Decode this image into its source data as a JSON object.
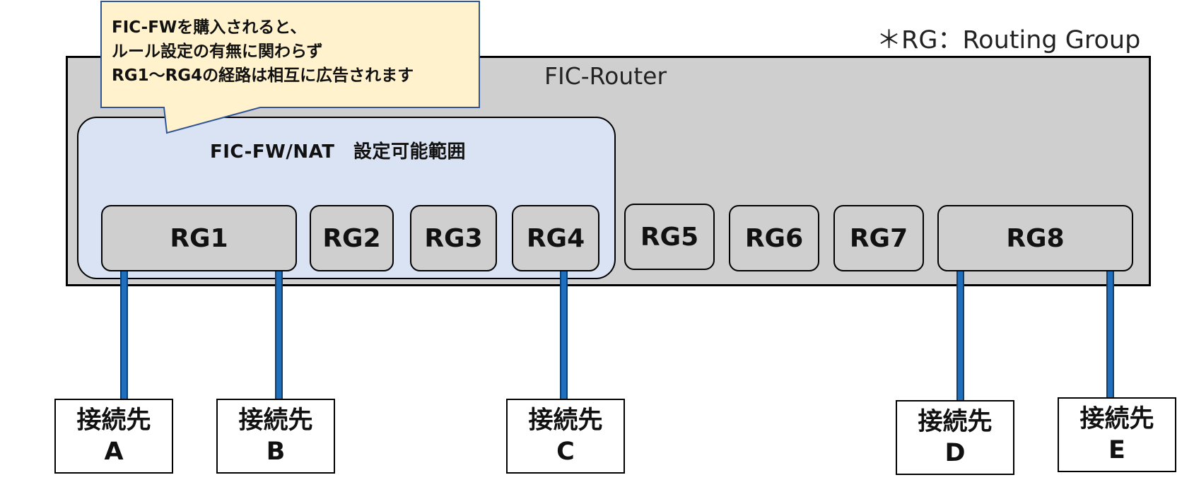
{
  "note": "＊RG：Routing Group",
  "router": {
    "title": "FIC-Router"
  },
  "fw_area": {
    "title": "FIC-FW/NAT　設定可能範囲"
  },
  "callout": {
    "lines": [
      "FIC-FWを購入されると、",
      "ルール設定の有無に関わらず",
      "RG1～RG4の経路は相互に広告されます"
    ],
    "fill": "#fff2cc",
    "border": "#2f5597"
  },
  "routing_groups": [
    "RG1",
    "RG2",
    "RG3",
    "RG4",
    "RG5",
    "RG6",
    "RG7",
    "RG8"
  ],
  "destinations": [
    {
      "label": "接続先",
      "id": "A",
      "connected_to": "RG1"
    },
    {
      "label": "接続先",
      "id": "B",
      "connected_to": "RG1"
    },
    {
      "label": "接続先",
      "id": "C",
      "connected_to": "RG4"
    },
    {
      "label": "接続先",
      "id": "D",
      "connected_to": "RG8"
    },
    {
      "label": "接続先",
      "id": "E",
      "connected_to": "RG8"
    }
  ],
  "colors": {
    "router_fill": "#d0cfcf",
    "fw_area_fill": "#dae3f3",
    "link": "#1f6fbd"
  }
}
